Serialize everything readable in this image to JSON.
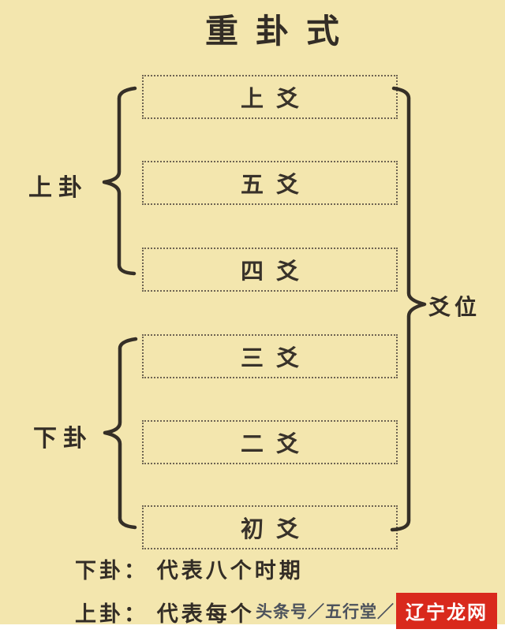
{
  "title": "重卦式",
  "diagram": {
    "boxes": [
      {
        "label": "上爻"
      },
      {
        "label": "五爻"
      },
      {
        "label": "四爻"
      },
      {
        "label": "三爻"
      },
      {
        "label": "二爻"
      },
      {
        "label": "初爻"
      }
    ],
    "upper_trigram_label": "上卦",
    "lower_trigram_label": "下卦",
    "line_position_label": "爻位"
  },
  "footer": {
    "line1": "下卦： 代表八个时期",
    "line2": "上卦： 代表每个"
  },
  "watermark": {
    "prefix": "头条号／五行堂／",
    "badge": "辽宁龙网"
  },
  "colors": {
    "background": "#f3e6ae",
    "ink": "#352f27",
    "badge_red": "#d9291c"
  }
}
